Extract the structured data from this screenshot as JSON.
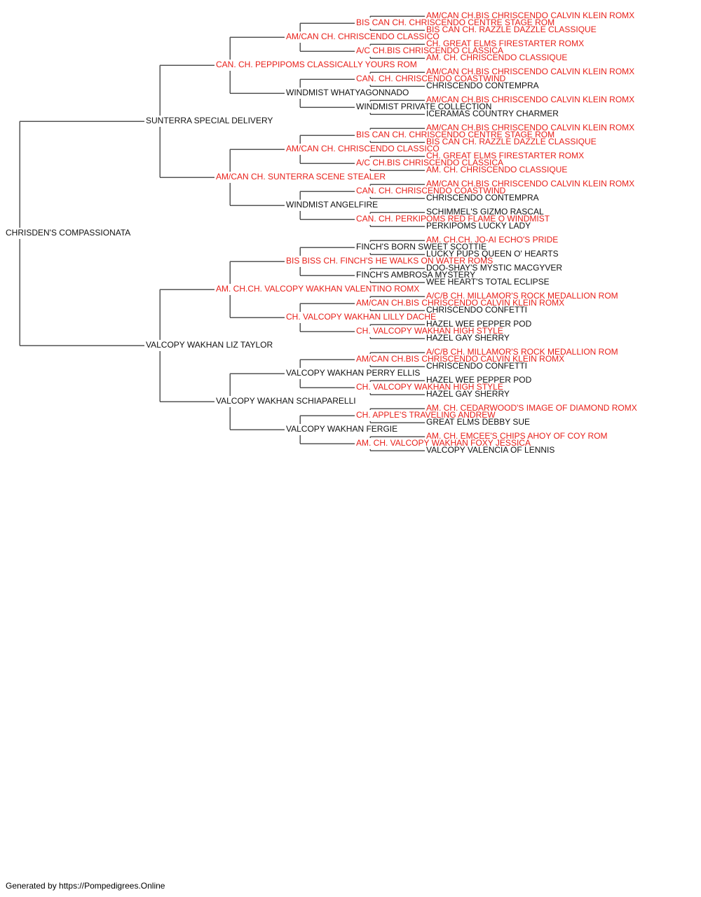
{
  "colors": {
    "champion": "#e8201a",
    "normal": "#111111",
    "connector": "#555555"
  },
  "subject": {
    "name": "CHRISDEN'S COMPASSIONATA",
    "champion": false
  },
  "generations": [
    [
      {
        "name": "SUNTERRA SPECIAL DELIVERY",
        "champion": false
      },
      {
        "name": "VALCOPY WAKHAN LIZ TAYLOR",
        "champion": false
      }
    ],
    [
      {
        "name": "CAN. CH. PEPPIPOMS CLASSICALLY YOURS ROM",
        "champion": true
      },
      {
        "name": "AM/CAN CH. SUNTERRA SCENE STEALER",
        "champion": true
      },
      {
        "name": "AM. CH.CH. VALCOPY WAKHAN VALENTINO ROMX",
        "champion": true
      },
      {
        "name": "VALCOPY WAKHAN SCHIAPARELLI",
        "champion": false
      }
    ],
    [
      {
        "name": "AM/CAN CH. CHRISCENDO CLASSICO",
        "champion": true
      },
      {
        "name": "WINDMIST WHATYAGONNADO",
        "champion": false
      },
      {
        "name": "AM/CAN CH. CHRISCENDO CLASSICO",
        "champion": true
      },
      {
        "name": "WINDMIST ANGELFIRE",
        "champion": false
      },
      {
        "name": "BIS BISS CH. FINCH'S HE WALKS ON WATER ROMS",
        "champion": true
      },
      {
        "name": "CH. VALCOPY WAKHAN LILLY DACHE",
        "champion": true
      },
      {
        "name": "VALCOPY WAKHAN PERRY ELLIS",
        "champion": false
      },
      {
        "name": "VALCOPY WAKHAN FERGIE",
        "champion": false
      }
    ],
    [
      {
        "name": "BIS CAN CH. CHRISCENDO CENTRE STAGE ROM",
        "champion": true
      },
      {
        "name": "A/C CH.BIS CHRISCENDO CLASSICA",
        "champion": true
      },
      {
        "name": "CAN. CH. CHRISCENDO COASTWIND",
        "champion": true
      },
      {
        "name": "WINDMIST PRIVATE COLLECTION",
        "champion": false
      },
      {
        "name": "BIS CAN CH. CHRISCENDO CENTRE STAGE ROM",
        "champion": true
      },
      {
        "name": "A/C CH.BIS CHRISCENDO CLASSICA",
        "champion": true
      },
      {
        "name": "CAN. CH. CHRISCENDO COASTWIND",
        "champion": true
      },
      {
        "name": "CAN. CH. PERKIPOMS RED FLAME O WINDMIST",
        "champion": true
      },
      {
        "name": "FINCH'S BORN SWEET SCOTTIE",
        "champion": false
      },
      {
        "name": "FINCH'S AMBROSA MYSTERY",
        "champion": false
      },
      {
        "name": "AM/CAN CH.BIS CHRISCENDO CALVIN KLEIN ROMX",
        "champion": true
      },
      {
        "name": "CH. VALCOPY WAKHAN HIGH STYLE",
        "champion": true
      },
      {
        "name": "AM/CAN CH.BIS CHRISCENDO CALVIN KLEIN ROMX",
        "champion": true
      },
      {
        "name": "CH. VALCOPY WAKHAN HIGH STYLE",
        "champion": true
      },
      {
        "name": "CH. APPLE'S TRAVELING ANDREW",
        "champion": true
      },
      {
        "name": "AM. CH. VALCOPY WAKHAN FOXY JESSICA",
        "champion": true
      }
    ],
    [
      {
        "name": "AM/CAN CH.BIS CHRISCENDO CALVIN KLEIN ROMX",
        "champion": true
      },
      {
        "name": "BIS CAN CH. RAZZLE DAZZLE CLASSIQUE",
        "champion": true
      },
      {
        "name": "CH. GREAT ELMS FIRESTARTER ROMX",
        "champion": true
      },
      {
        "name": "AM. CH. CHRISCENDO CLASSIQUE",
        "champion": true
      },
      {
        "name": "AM/CAN CH.BIS CHRISCENDO CALVIN KLEIN ROMX",
        "champion": true
      },
      {
        "name": "CHRISCENDO CONTEMPRA",
        "champion": false
      },
      {
        "name": "AM/CAN CH.BIS CHRISCENDO CALVIN KLEIN ROMX",
        "champion": true
      },
      {
        "name": "ICERAMAS COUNTRY CHARMER",
        "champion": false
      },
      {
        "name": "AM/CAN CH.BIS CHRISCENDO CALVIN KLEIN ROMX",
        "champion": true
      },
      {
        "name": "BIS CAN CH. RAZZLE DAZZLE CLASSIQUE",
        "champion": true
      },
      {
        "name": "CH. GREAT ELMS FIRESTARTER ROMX",
        "champion": true
      },
      {
        "name": "AM. CH. CHRISCENDO CLASSIQUE",
        "champion": true
      },
      {
        "name": "AM/CAN CH.BIS CHRISCENDO CALVIN KLEIN ROMX",
        "champion": true
      },
      {
        "name": "CHRISCENDO CONTEMPRA",
        "champion": false
      },
      {
        "name": "SCHIMMEL'S GIZMO RASCAL",
        "champion": false
      },
      {
        "name": "PERKIPOMS LUCKY LADY",
        "champion": false
      },
      {
        "name": "AM. CH.CH. JO-AI ECHO'S PRIDE",
        "champion": true
      },
      {
        "name": "LUCKY PUPS QUEEN O' HEARTS",
        "champion": false
      },
      {
        "name": "DOO-SHAY'S MYSTIC MACGYVER",
        "champion": false
      },
      {
        "name": "WEE HEART'S TOTAL ECLIPSE",
        "champion": false
      },
      {
        "name": "A/C/B CH. MILLAMOR'S ROCK MEDALLION ROM",
        "champion": true
      },
      {
        "name": "CHRISCENDO CONFETTI",
        "champion": false
      },
      {
        "name": "HAZEL WEE PEPPER POD",
        "champion": false
      },
      {
        "name": "HAZEL GAY SHERRY",
        "champion": false
      },
      {
        "name": "A/C/B CH. MILLAMOR'S ROCK MEDALLION ROM",
        "champion": true
      },
      {
        "name": "CHRISCENDO CONFETTI",
        "champion": false
      },
      {
        "name": "HAZEL WEE PEPPER POD",
        "champion": false
      },
      {
        "name": "HAZEL GAY SHERRY",
        "champion": false
      },
      {
        "name": "AM. CH. CEDARWOOD'S IMAGE OF DIAMOND ROMX",
        "champion": true
      },
      {
        "name": "GREAT ELMS DEBBY SUE",
        "champion": false
      },
      {
        "name": "AM. CH. EMCEE'S CHIPS AHOY OF COY ROM",
        "champion": true
      },
      {
        "name": "VALCOPY VALENCIA OF LENNIS",
        "champion": false
      }
    ]
  ],
  "footer": "Generated by https://Pompedigrees.Online"
}
